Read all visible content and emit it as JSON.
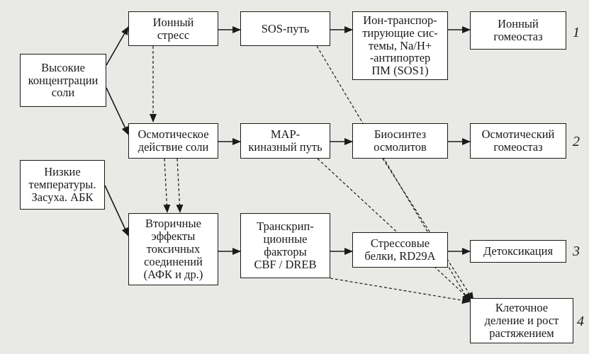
{
  "nodes": {
    "high_salt": "Высокие\nконцентрации\nсоли",
    "low_temp": "Низкие\nтемпературы.\nЗасуха. АБК",
    "ion_stress": "Ионный\nстресс",
    "osmotic": "Осмотическое\nдействие соли",
    "secondary": "Вторичные\nэффекты\nтоксичных\nсоединений\n(АФК и др.)",
    "sos_path": "SOS-путь",
    "map_path": "МАР-\nкиназный путь",
    "tf": "Транскрип-\nционные\nфакторы\nCBF / DREB",
    "ion_transport": "Ион-транспор-\nтирующие сис-\nтемы, Na/H+\n-антипортер\nПМ (SOS1)",
    "osmolyte": "Биосинтез\nосмолитов",
    "stress_prot": "Стрессовые\nбелки,  RD29A",
    "ion_homeo": "Ионный\nгомеостаз",
    "osm_homeo": "Осмотический\nгомеостаз",
    "detox": "Детоксикация",
    "cell_div": "Клеточное\nделение и рост\nрастяжением"
  },
  "row_numbers": [
    "1",
    "2",
    "3",
    "4"
  ]
}
